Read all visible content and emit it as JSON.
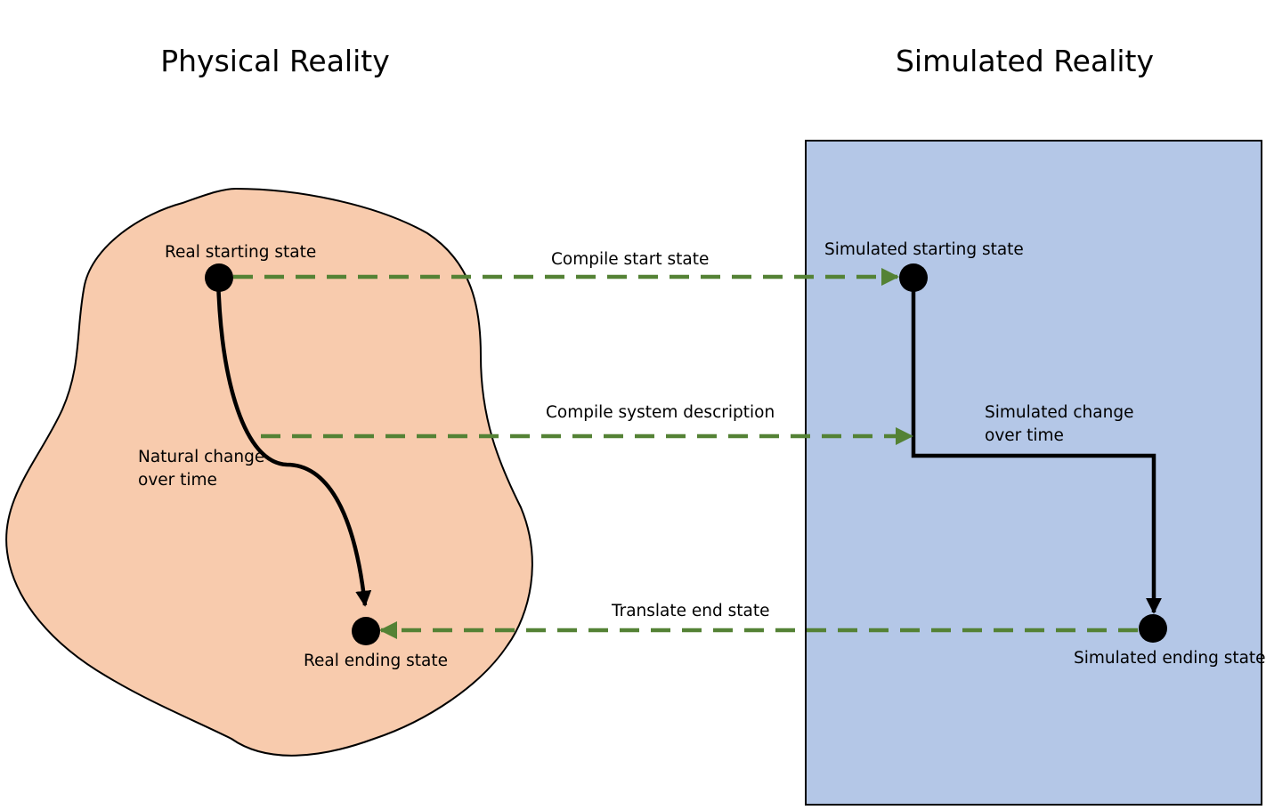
{
  "titles": {
    "physical": "Physical Reality",
    "simulated": "Simulated Reality"
  },
  "physical": {
    "start_label": "Real starting state",
    "change_label_line1": "Natural change",
    "change_label_line2": "over time",
    "end_label": "Real ending state"
  },
  "simulated": {
    "start_label": "Simulated starting state",
    "change_label_line1": "Simulated change",
    "change_label_line2": "over time",
    "end_label": "Simulated ending state"
  },
  "mappings": {
    "compile_start": "Compile start state",
    "compile_system": "Compile system description",
    "translate_end": "Translate end state"
  },
  "colors": {
    "physical_fill": "#f8cbad",
    "simulated_fill": "#b4c7e7",
    "mapping_arrow": "#548235",
    "node": "#000000"
  }
}
